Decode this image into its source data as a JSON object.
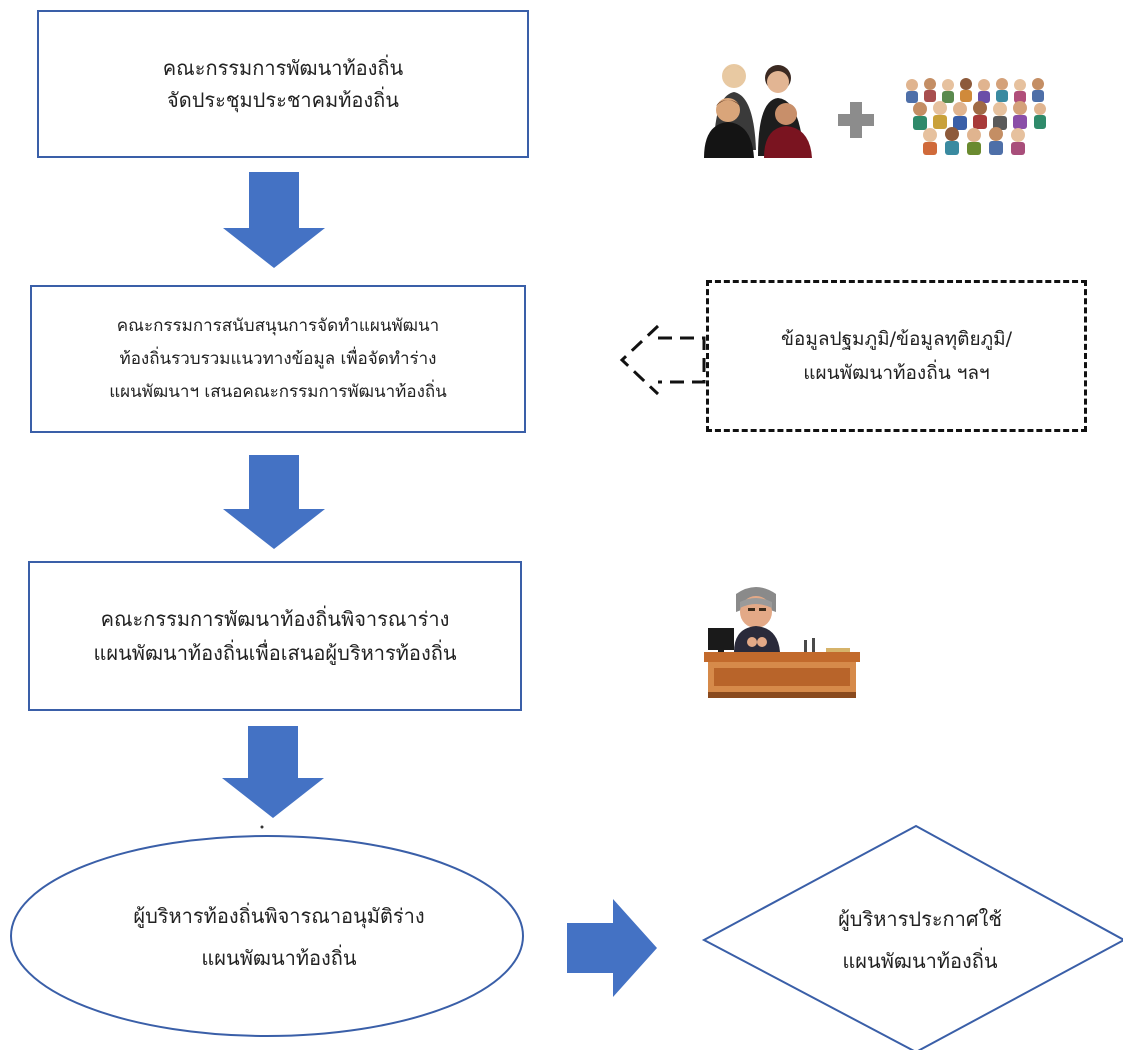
{
  "flowchart": {
    "step1": {
      "lines": [
        "คณะกรรมการพัฒนาท้องถิ่น",
        "จัดประชุมประชาคมท้องถิ่น"
      ]
    },
    "step2": {
      "lines": [
        "คณะกรรมการสนับสนุนการจัดทำแผนพัฒนา",
        "ท้องถิ่นรวบรวมแนวทางข้อมูล เพื่อจัดทำร่าง",
        "แผนพัฒนาฯ เสนอคณะกรรมการพัฒนาท้องถิ่น"
      ]
    },
    "step3": {
      "lines": [
        "คณะกรรมการพัฒนาท้องถิ่นพิจารณาร่าง",
        "แผนพัฒนาท้องถิ่นเพื่อเสนอผู้บริหารท้องถิ่น"
      ]
    },
    "step4": {
      "lines": [
        "ผู้บริหารท้องถิ่นพิจารณาอนุมัติร่าง",
        "แผนพัฒนาท้องถิ่น"
      ]
    },
    "step5": {
      "lines": [
        "ผู้บริหารประกาศใช้",
        "แผนพัฒนาท้องถิ่น"
      ]
    },
    "data_source": {
      "lines": [
        "ข้อมูลปฐมภูมิ/ข้อมูลทุติยภูมิ/",
        "แผนพัฒนาท้องถิ่น ฯลฯ"
      ]
    }
  },
  "icons": [
    "meeting-people-icon",
    "plus-icon",
    "crowd-icon",
    "executive-at-desk-icon"
  ],
  "colors": {
    "arrow_fill": "#4472c4",
    "box_border": "#3a5fa8",
    "dashed_border": "#111111",
    "plus_gray": "#8c8c8c"
  }
}
